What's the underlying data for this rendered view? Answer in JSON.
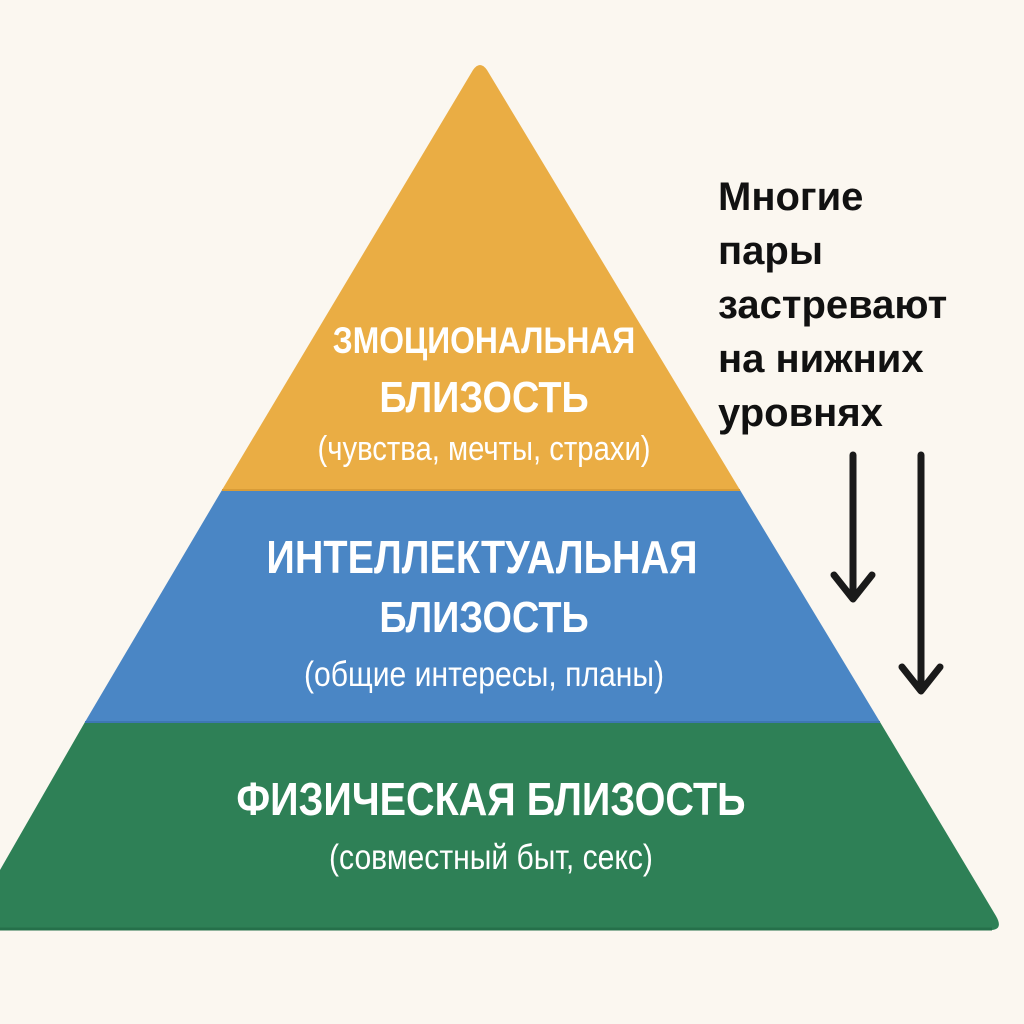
{
  "colors": {
    "background": "#FBF7F0",
    "top_level": "#EAAD44",
    "middle_level": "#4A86C5",
    "bottom_level": "#2E8056",
    "label_text": "#FFFFFF",
    "note_text": "#111111",
    "arrow": "#1A1A1A"
  },
  "pyramid": {
    "levels": [
      {
        "position": "top",
        "title_line1": "ЗМОЦИОНАЛЬНАЯ",
        "title_line2": "БЛИЗОСТЬ",
        "subtitle": "(чувства, мечты, страхи)"
      },
      {
        "position": "middle",
        "title_line1": "ИНТЕЛЛЕКТУАЛЬНАЯ",
        "title_line2": "БЛИЗОСТЬ",
        "subtitle": "(общие интересы, планы)"
      },
      {
        "position": "bottom",
        "title_line1": "ФИЗИЧЕСКАЯ БЛИЗОСТЬ",
        "subtitle": "(совместный быт, секс)"
      }
    ]
  },
  "annotation": {
    "lines": [
      "Многие",
      "пары",
      "застревают",
      "на нижних",
      "уровнях"
    ],
    "arrows": [
      {
        "name": "short-down-arrow",
        "direction": "down"
      },
      {
        "name": "long-down-arrow",
        "direction": "down"
      }
    ]
  }
}
